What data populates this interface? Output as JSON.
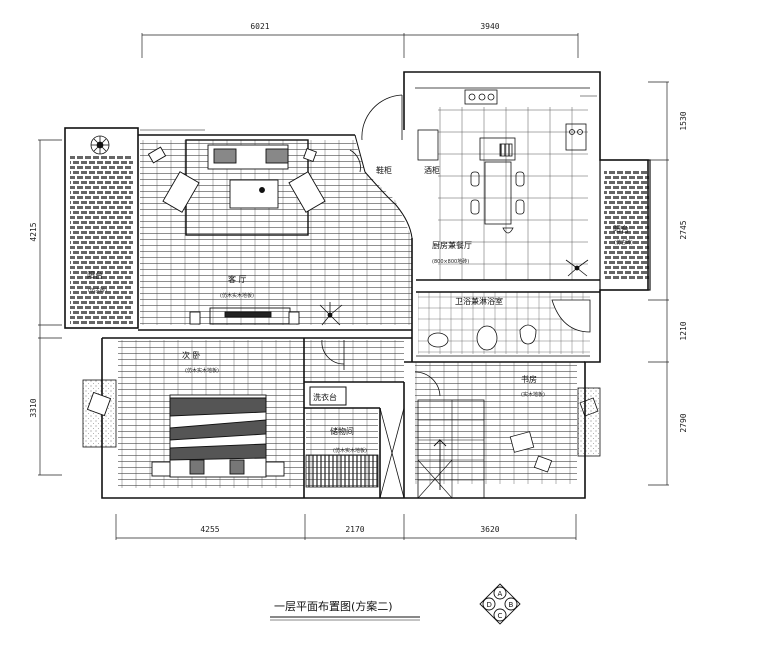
{
  "drawing": {
    "title": "一层平面布置图(方案二)",
    "compass": {
      "n": "A",
      "e": "B",
      "s": "C",
      "w": "D"
    }
  },
  "dimensions": {
    "top": [
      "6021",
      "3940"
    ],
    "bottom": [
      "4255",
      "2170",
      "3620"
    ],
    "left": [
      "4215",
      "3310"
    ],
    "right": [
      "1530",
      "2745",
      "1210",
      "2790"
    ]
  },
  "rooms": {
    "living": {
      "name": "客 厅",
      "note": "(仿木实木地板)"
    },
    "kitchen_dining": {
      "name": "厨房兼餐厅",
      "note": "(800×800地砖)"
    },
    "bedroom2": {
      "name": "次 卧",
      "note": "(仿木实木地板)"
    },
    "study": {
      "name": "书房",
      "note": "(实木地板)"
    },
    "storage": {
      "name": "储物间",
      "note": "(仿木实木地板)"
    },
    "bathroom": {
      "name": "卫浴兼淋浴室"
    },
    "balcony_left": {
      "name": "阳台",
      "note": "(仿古砖)"
    },
    "balcony_right": {
      "name": "阳台",
      "note": "(仿古砖)"
    },
    "shoe_cabinet": {
      "name": "鞋柜"
    },
    "wine_cabinet": {
      "name": "酒柜"
    },
    "wash_stand": {
      "name": "洗衣台"
    }
  },
  "colors": {
    "line": "#111111",
    "hatch": "#333333",
    "bg": "#ffffff"
  }
}
